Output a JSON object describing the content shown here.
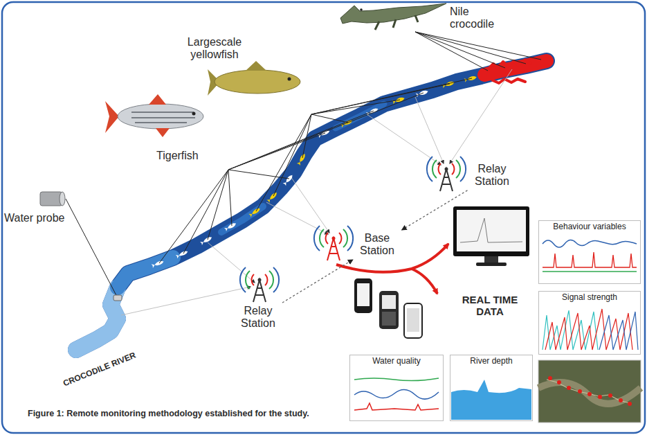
{
  "diagram": {
    "caption": "Figure 1: Remote monitoring methodology established for the study.",
    "nodes": [
      {
        "text": [
          "Relay Station"
        ]
      },
      {
        "text": [
          "Base Station"
        ]
      },
      {
        "text": [
          "Relay Station"
        ]
      },
      {
        "text": [
          "Behaviour variables"
        ]
      },
      {
        "text": [
          "Signal strength"
        ]
      },
      {
        "text": [
          "Water quality"
        ]
      },
      {
        "text": [
          "River depth"
        ]
      }
    ],
    "edges": [
      {
        "from": 0,
        "to": 1,
        "arrow": "to"
      },
      {
        "from": 2,
        "to": 1,
        "arrow": "to"
      }
    ],
    "labels": [
      "Nile crocodile",
      "Largescale yellowfish",
      "Tigerfish",
      "Water probe",
      "CROCODILE RIVER",
      "REAL TIME DATA"
    ]
  }
}
